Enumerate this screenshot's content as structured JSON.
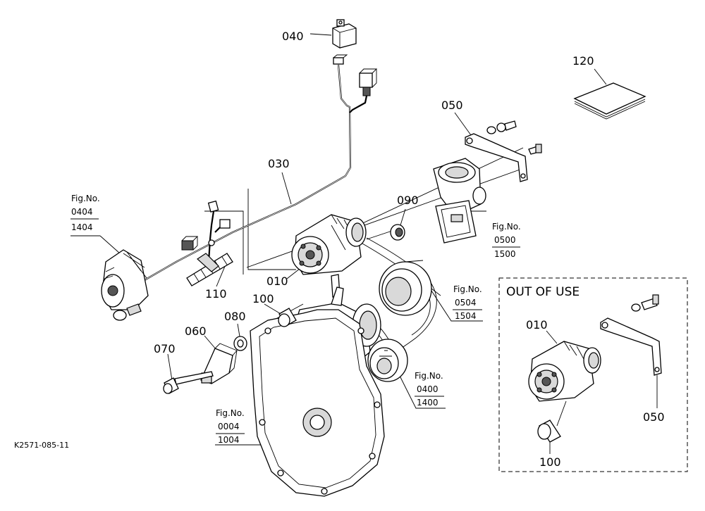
{
  "diagram": {
    "drawing_number": "K2571-085-11",
    "callouts": {
      "p010": "010",
      "p010b": "010",
      "p030": "030",
      "p040": "040",
      "p050": "050",
      "p050b": "050",
      "p060": "060",
      "p070": "070",
      "p080": "080",
      "p090": "090",
      "p100": "100",
      "p100b": "100",
      "p110": "110",
      "p120": "120"
    },
    "fig_refs": [
      {
        "label": "Fig.No.",
        "top": "0404",
        "bottom": "1404"
      },
      {
        "label": "Fig.No.",
        "top": "0500",
        "bottom": "1500"
      },
      {
        "label": "Fig.No.",
        "top": "0504",
        "bottom": "1504"
      },
      {
        "label": "Fig.No.",
        "top": "0400",
        "bottom": "1400"
      },
      {
        "label": "Fig.No.",
        "top": "0004",
        "bottom": "1004"
      }
    ],
    "out_of_use_box": {
      "title": "OUT OF USE"
    }
  }
}
